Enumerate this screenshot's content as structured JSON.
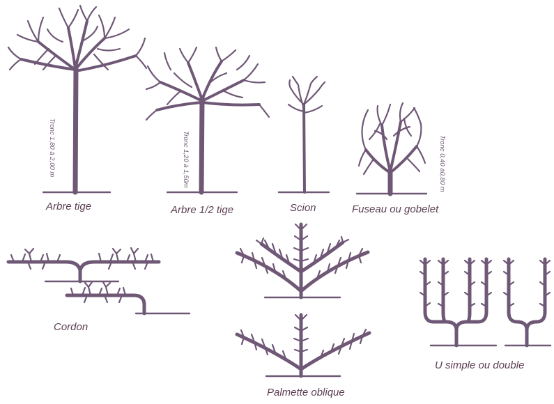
{
  "colors": {
    "tree": "#6f5876",
    "caption": "#5c3e52"
  },
  "trees": {
    "arbre_tige": {
      "caption": "Arbre tige",
      "trunk_note": "Tronc 1,80 à 2,00 m"
    },
    "arbre_demi_tige": {
      "caption": "Arbre 1/2 tige",
      "trunk_note": "Tronc 1,20 à 1,50m"
    },
    "scion": {
      "caption": "Scion"
    },
    "fuseau": {
      "caption": "Fuseau ou gobelet",
      "trunk_note": "Tronc 0,40 à0,80 m"
    },
    "cordon": {
      "caption": "Cordon"
    },
    "palmette": {
      "caption": "Palmette oblique"
    },
    "u_forme": {
      "caption": "U simple ou double"
    }
  }
}
